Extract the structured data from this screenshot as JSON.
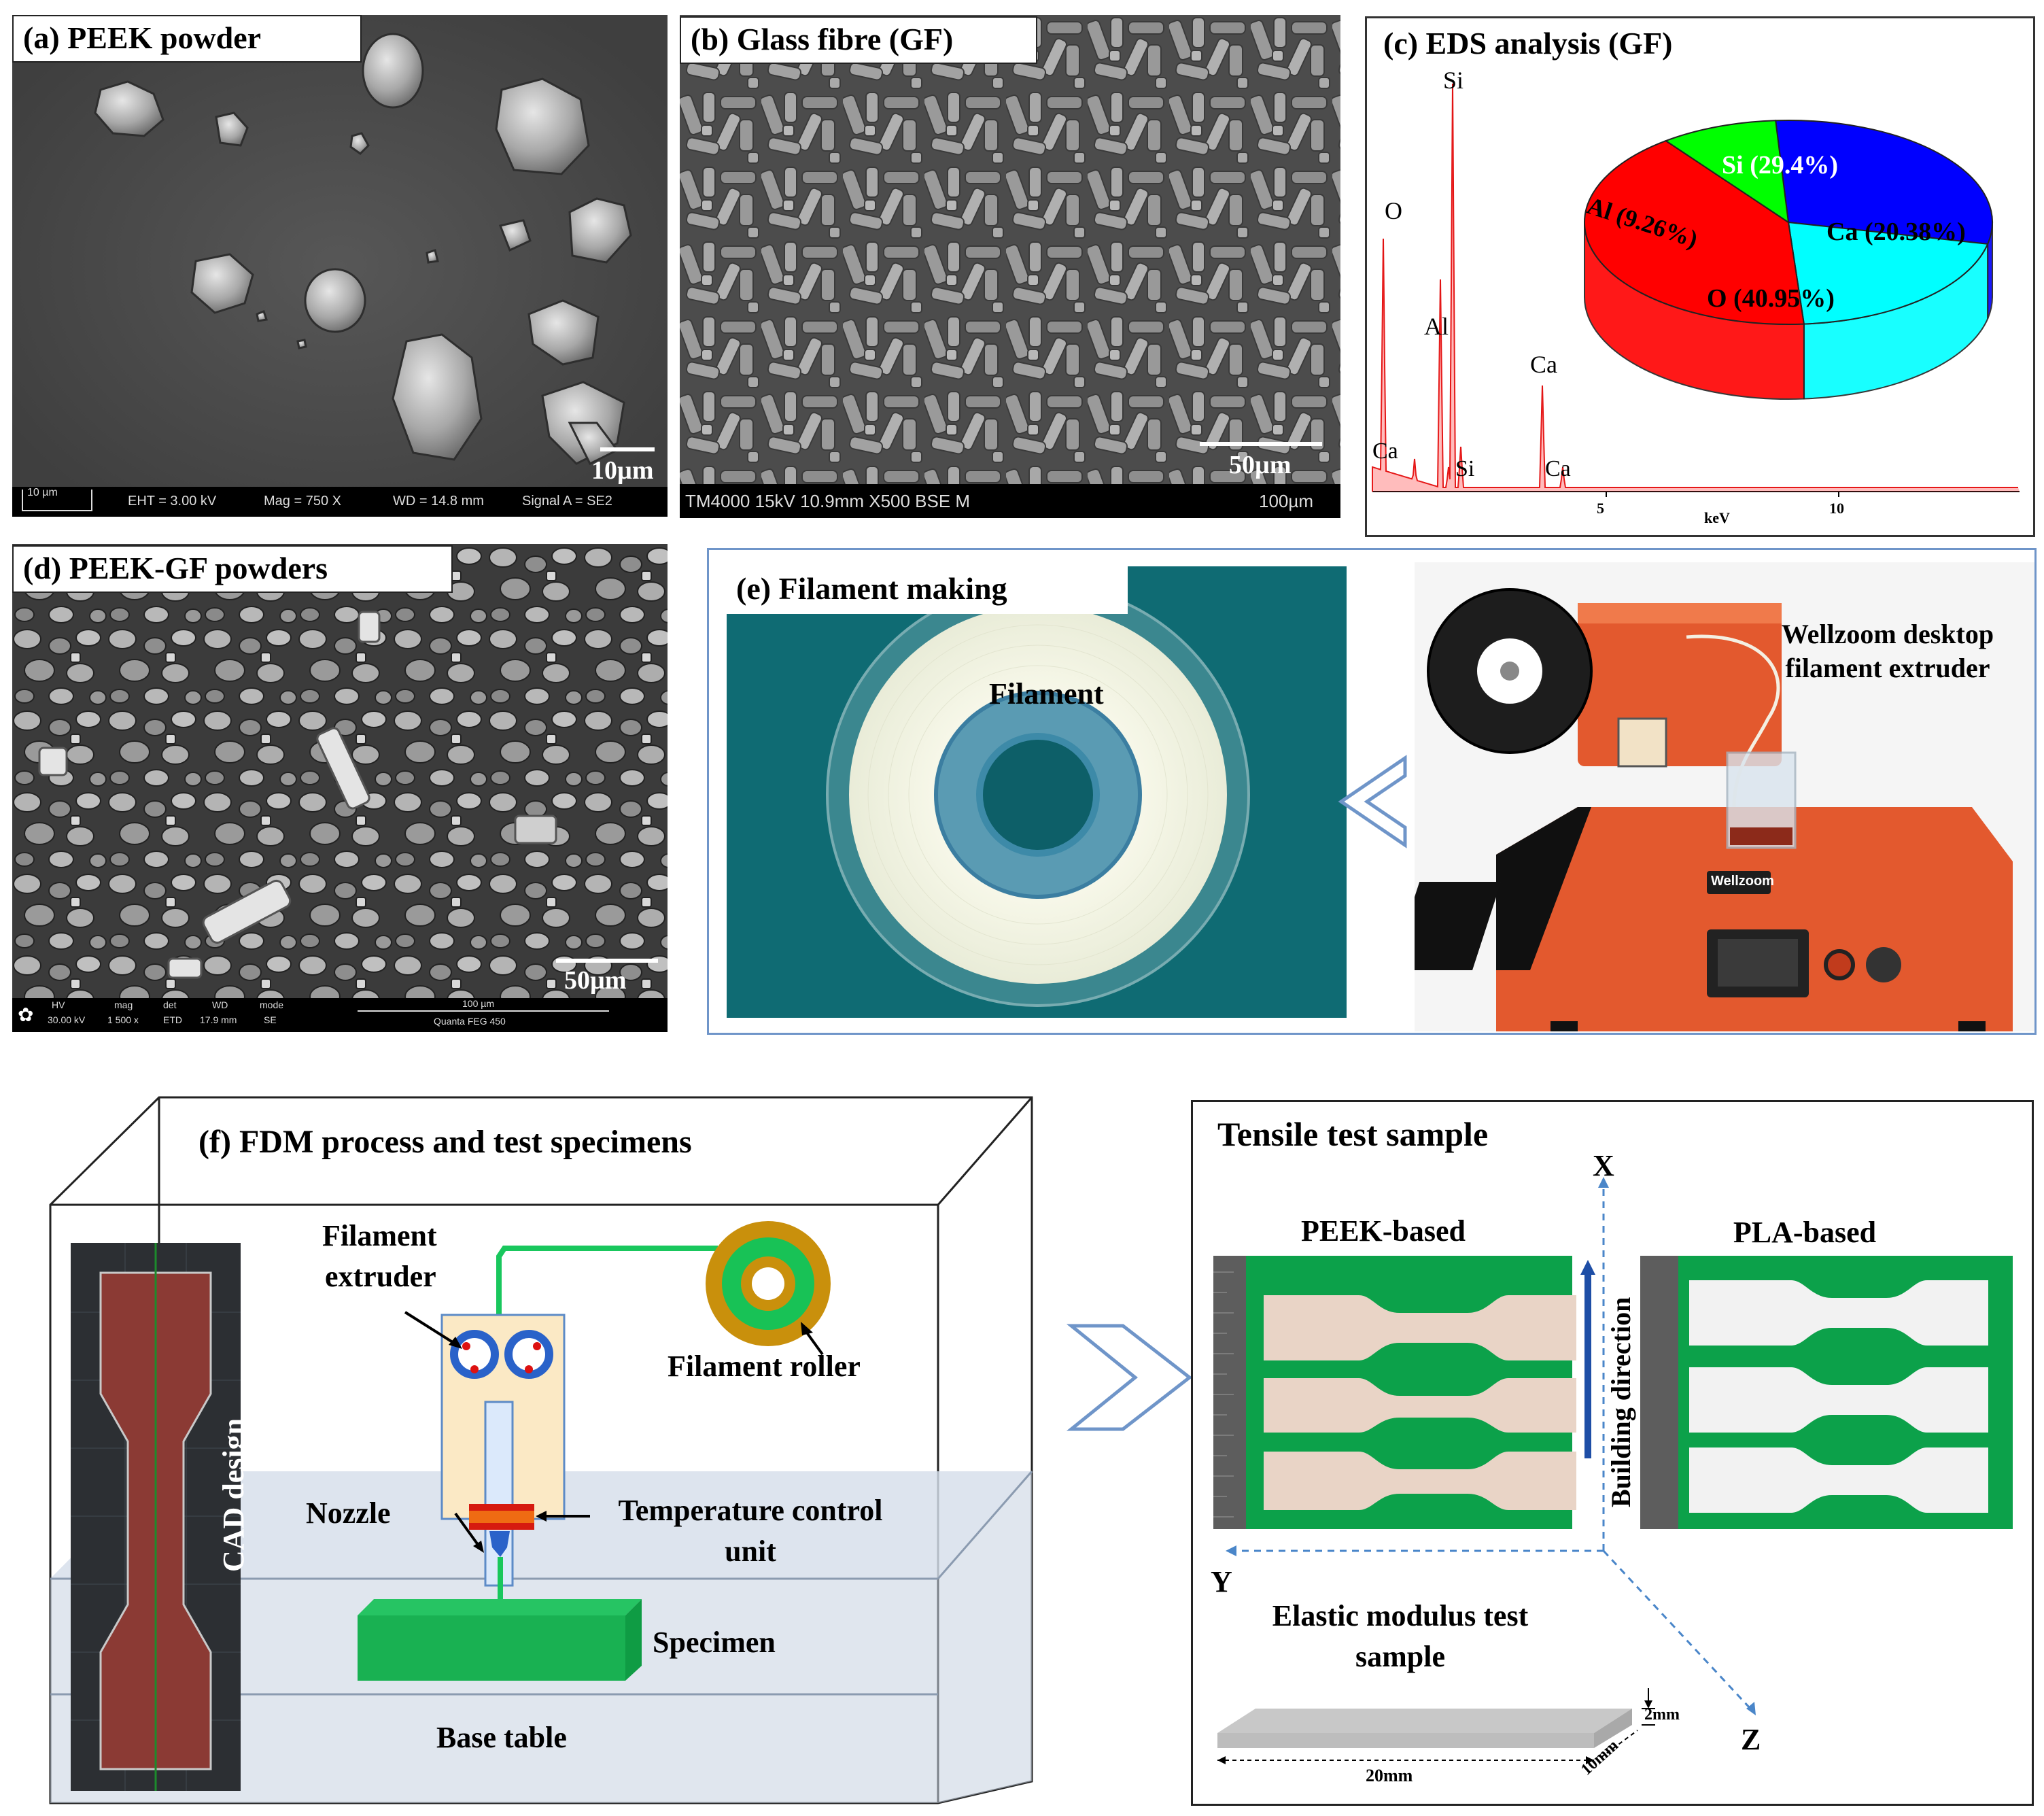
{
  "panel_a": {
    "label": "(a) PEEK powder",
    "scale": "10µm",
    "infobar": {
      "bar": "10 µm",
      "eht": "EHT = 3.00 kV",
      "mag": "Mag = 750 X",
      "wd": "WD = 14.8 mm",
      "signal": "Signal A = SE2"
    }
  },
  "panel_b": {
    "label": "(b) Glass fibre (GF)",
    "scale": "50µm",
    "infobar": {
      "left": "TM4000 15kV 10.9mm X500 BSE M",
      "right": "100µm"
    }
  },
  "panel_c": {
    "label": "(c) EDS analysis (GF)",
    "peaks": {
      "si_top": "Si",
      "o": "O",
      "al": "Al",
      "ca_left": "Ca",
      "si_low": "Si",
      "ca_mid": "Ca",
      "ca_right": "Ca"
    },
    "ticks": [
      "5",
      "10"
    ],
    "xlabel": "keV",
    "pie": {
      "si": "Si (29.4%)",
      "al": "Al (9.26%)",
      "ca": "Ca (20.38%)",
      "o": "O (40.95%)"
    }
  },
  "chart_data": {
    "type": "pie",
    "title": "EDS analysis (GF)",
    "categories": [
      "Si",
      "Ca",
      "O",
      "Al"
    ],
    "values": [
      29.4,
      20.38,
      40.95,
      9.26
    ],
    "colors": [
      "#0000ff",
      "#00ffff",
      "#ff0000",
      "#00ff00"
    ]
  },
  "panel_d": {
    "label": "(d) PEEK-GF powders",
    "scale": "50µm",
    "infobar": {
      "hv_h": "HV",
      "hv": "30.00 kV",
      "mag_h": "mag",
      "mag": "1 500 x",
      "det_h": "det",
      "det": "ETD",
      "wd_h": "WD",
      "wd": "17.9 mm",
      "mode_h": "mode",
      "mode": "SE",
      "bar": "100 µm",
      "inst": "Quanta FEG 450"
    }
  },
  "panel_e": {
    "label": "(e) Filament making",
    "filament": "Filament",
    "machine_line1": "Wellzoom desktop",
    "machine_line2": "filament extruder",
    "brand": "Wellzoom"
  },
  "panel_f": {
    "title": "(f) FDM process and test specimens",
    "cad": "CAD design",
    "extruder_line1": "Filament",
    "extruder_line2": "extruder",
    "roller": "Filament roller",
    "nozzle": "Nozzle",
    "temp_line1": "Temperature control",
    "temp_line2": "unit",
    "specimen": "Specimen",
    "base": "Base table"
  },
  "tensile": {
    "title": "Tensile test  sample",
    "peek": "PEEK-based",
    "pla": "PLA-based",
    "build": "Building direction",
    "axis_x": "X",
    "axis_y": "Y",
    "axis_z": "Z",
    "elastic_line1": "Elastic modulus  test",
    "elastic_line2": "sample",
    "dim_thickness": "2mm",
    "dim_width": "10mm",
    "dim_length": "20mm"
  }
}
